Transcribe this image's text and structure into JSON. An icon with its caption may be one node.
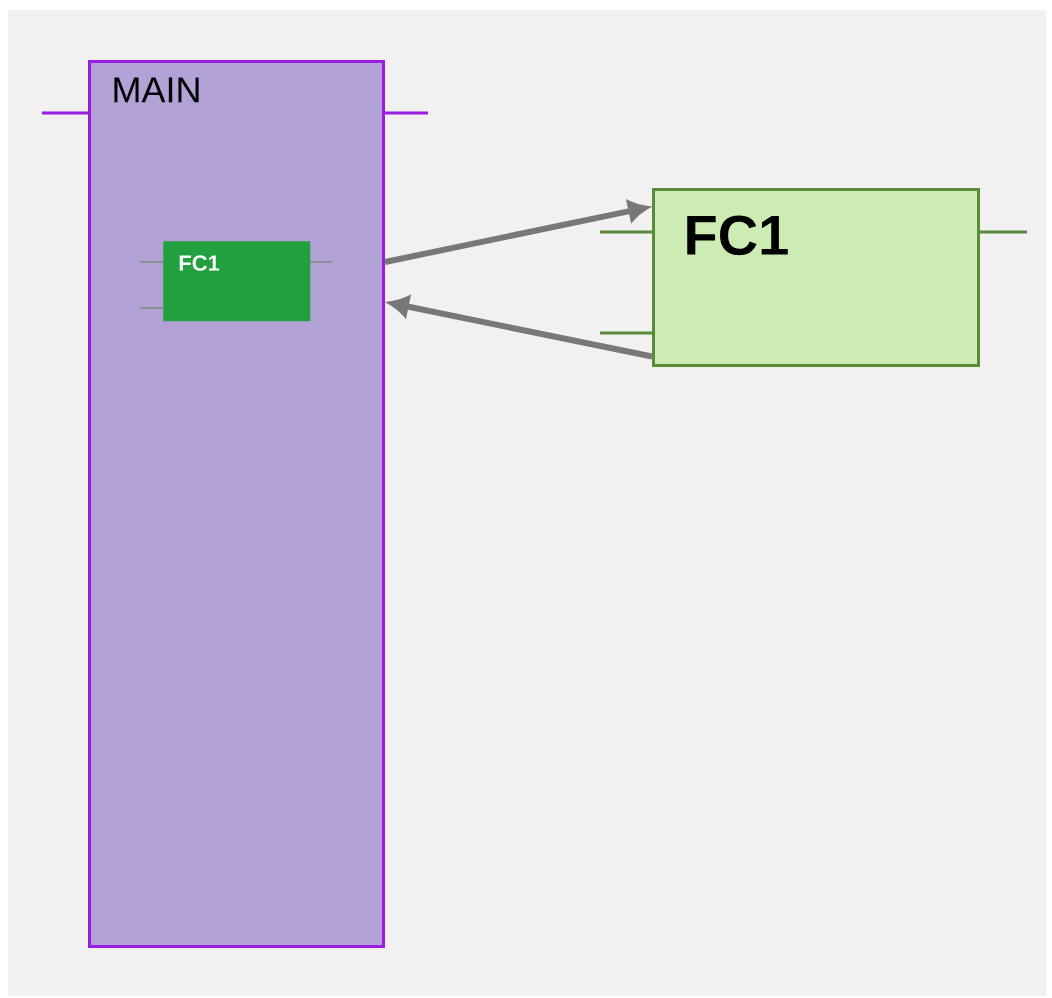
{
  "diagram": {
    "nodes": [
      {
        "text": [
          "MAIN"
        ]
      },
      {
        "text": [
          "FC1"
        ],
        "in": 0
      },
      {
        "text": [
          "FC1"
        ]
      }
    ],
    "edges": [
      {
        "from": 0,
        "to": 2,
        "arrow": "to"
      },
      {
        "from": 2,
        "to": 0,
        "arrow": "to"
      }
    ]
  }
}
